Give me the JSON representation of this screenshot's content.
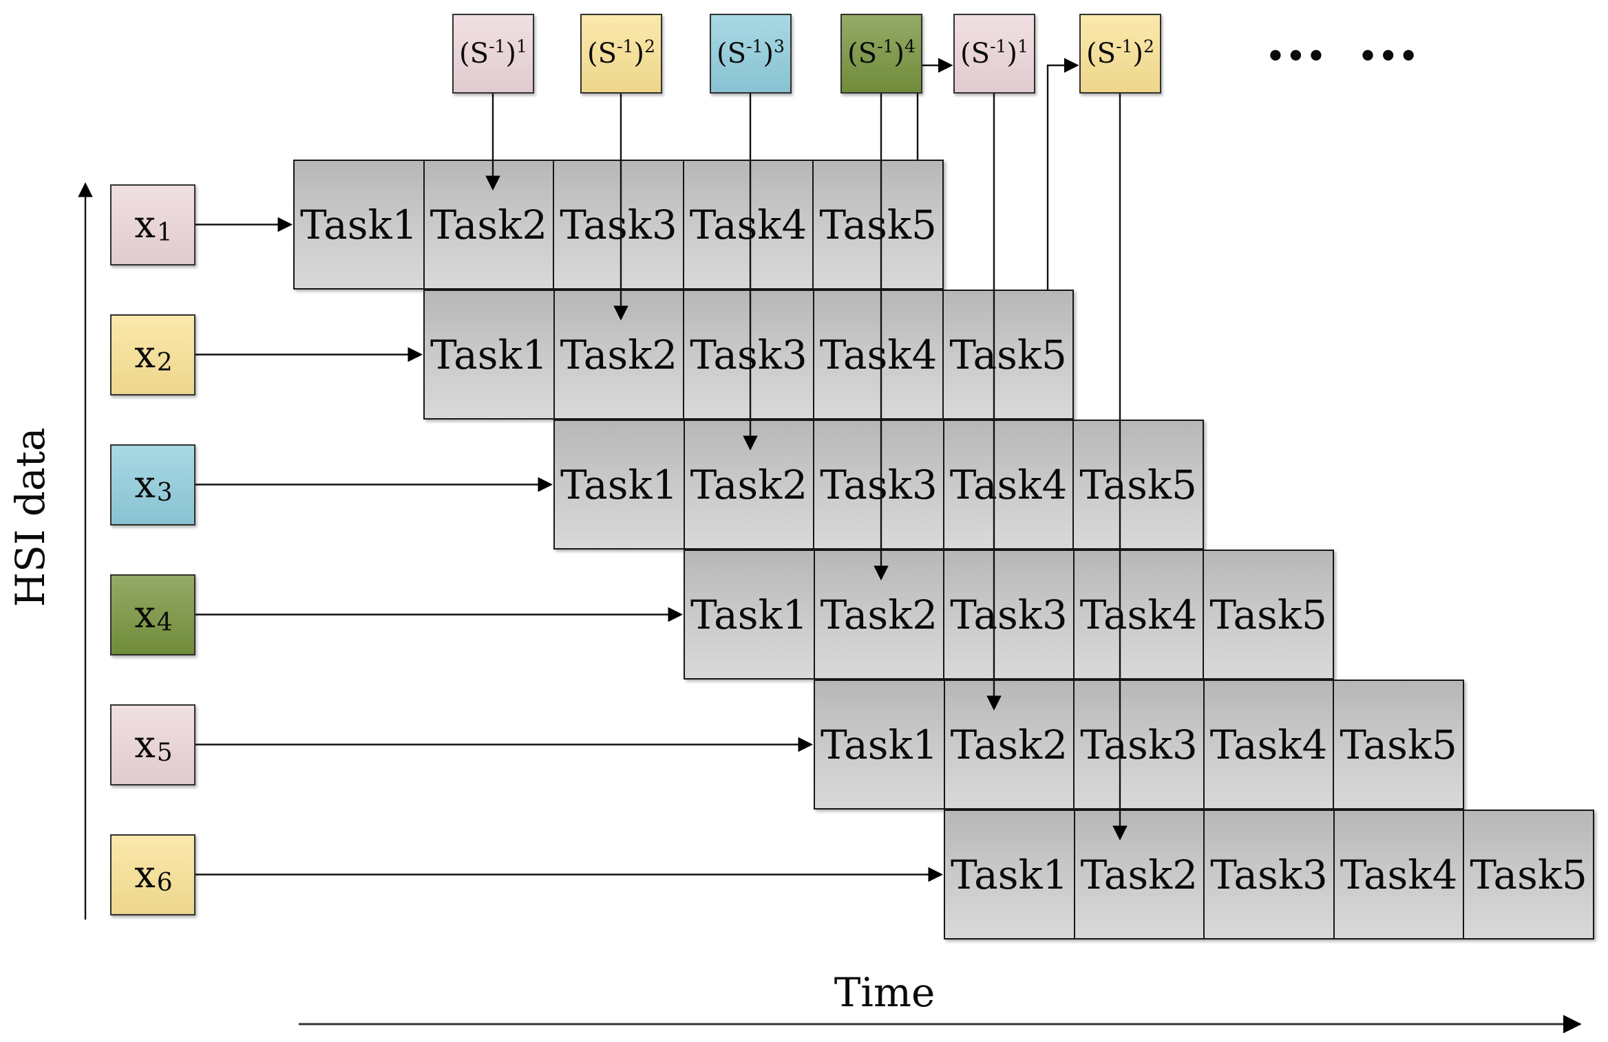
{
  "axes": {
    "y_label": "HSI data",
    "x_label": "Time"
  },
  "ellipsis": "... ...",
  "colors": {
    "pink": "#ecd6da",
    "yellow": "#fae294",
    "blue": "#90cddd",
    "green": "#76933d",
    "cell_gray_top": "#b7b7b7",
    "cell_gray_bottom": "#d9d9d9",
    "line": "#111111"
  },
  "inputs": [
    {
      "base": "x",
      "sub": "1",
      "color": "pink"
    },
    {
      "base": "x",
      "sub": "2",
      "color": "yellow"
    },
    {
      "base": "x",
      "sub": "3",
      "color": "blue"
    },
    {
      "base": "x",
      "sub": "4",
      "color": "green"
    },
    {
      "base": "x",
      "sub": "5",
      "color": "pink"
    },
    {
      "base": "x",
      "sub": "6",
      "color": "yellow"
    }
  ],
  "operators": [
    {
      "pre": "(S",
      "sup_in": "-1",
      "post": ")",
      "sup_out": "1",
      "color": "pink"
    },
    {
      "pre": "(S",
      "sup_in": "-1",
      "post": ")",
      "sup_out": "2",
      "color": "yellow"
    },
    {
      "pre": "(S",
      "sup_in": "-1",
      "post": ")",
      "sup_out": "3",
      "color": "blue"
    },
    {
      "pre": "(S",
      "sup_in": "-1",
      "post": ")",
      "sup_out": "4",
      "color": "green"
    },
    {
      "pre": "(S",
      "sup_in": "-1",
      "post": ")",
      "sup_out": "1",
      "color": "pink"
    },
    {
      "pre": "(S",
      "sup_in": "-1",
      "post": ")",
      "sup_out": "2",
      "color": "yellow"
    }
  ],
  "rows": [
    {
      "tasks": [
        "Task1",
        "Task2",
        "Task3",
        "Task4",
        "Task5"
      ]
    },
    {
      "tasks": [
        "Task1",
        "Task2",
        "Task3",
        "Task4",
        "Task5"
      ]
    },
    {
      "tasks": [
        "Task1",
        "Task2",
        "Task3",
        "Task4",
        "Task5"
      ]
    },
    {
      "tasks": [
        "Task1",
        "Task2",
        "Task3",
        "Task4",
        "Task5"
      ]
    },
    {
      "tasks": [
        "Task1",
        "Task2",
        "Task3",
        "Task4",
        "Task5"
      ]
    },
    {
      "tasks": [
        "Task1",
        "Task2",
        "Task3",
        "Task4",
        "Task5"
      ]
    }
  ]
}
